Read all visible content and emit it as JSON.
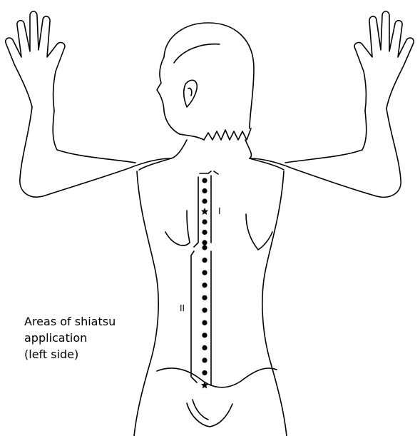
{
  "caption": {
    "line1": "Areas of shiatsu",
    "line2": "application",
    "line3": "(left side)"
  },
  "regions": [
    {
      "label": "I",
      "points": 7,
      "star_positions": [
        3
      ]
    },
    {
      "label": "II",
      "points": 12,
      "star_positions": [
        11
      ]
    }
  ],
  "colors": {
    "line": "#000000",
    "background": "#ffffff"
  },
  "icons": {
    "point": "dot",
    "special_point": "star"
  }
}
